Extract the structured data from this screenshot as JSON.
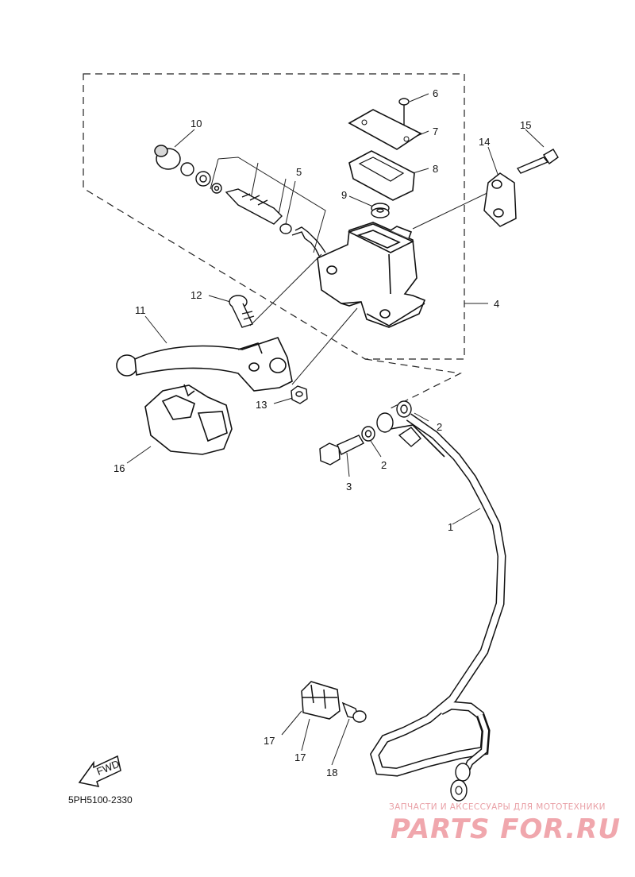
{
  "diagram": {
    "code": "5PH5100-2330",
    "fwd_label": "FWD",
    "labels": {
      "l1": "1",
      "l2a": "2",
      "l2b": "2",
      "l3": "3",
      "l4": "4",
      "l5": "5",
      "l6": "6",
      "l7": "7",
      "l8": "8",
      "l9": "9",
      "l10": "10",
      "l11": "11",
      "l12": "12",
      "l13": "13",
      "l14": "14",
      "l15": "15",
      "l16": "16",
      "l17a": "17",
      "l17b": "17",
      "l18": "18"
    }
  },
  "watermark": {
    "tagline": "ЗАПЧАСТИ И АКСЕССУАРЫ ДЛЯ МОТОТЕХНИКИ",
    "logo": "PARTS FOR.RU"
  }
}
